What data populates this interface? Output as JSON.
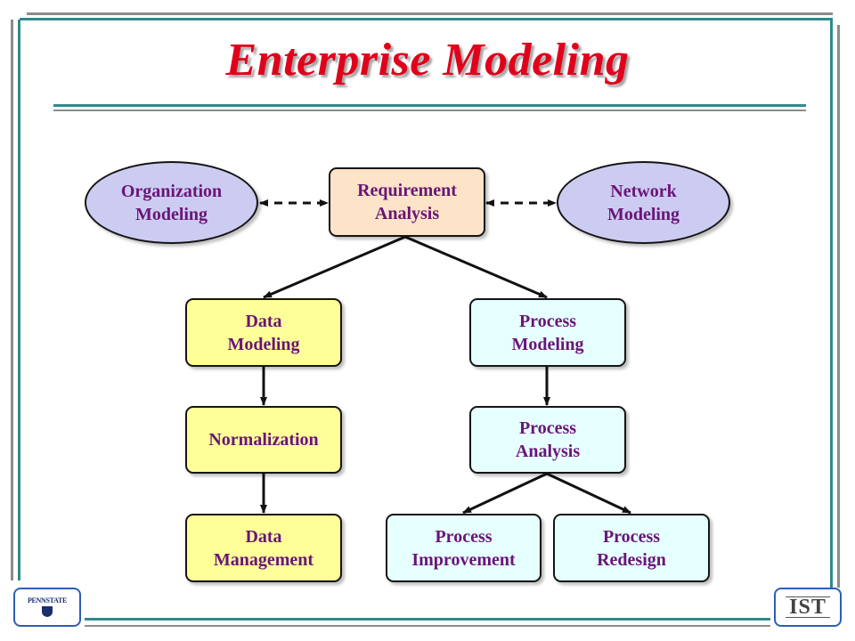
{
  "slide": {
    "title": "Enterprise Modeling"
  },
  "nodes": {
    "organization_modeling": "Organization\nModeling",
    "requirement_analysis": "Requirement\nAnalysis",
    "network_modeling": "Network\nModeling",
    "data_modeling": "Data\nModeling",
    "process_modeling": "Process\nModeling",
    "normalization": "Normalization",
    "process_analysis": "Process\nAnalysis",
    "data_management": "Data\nManagement",
    "process_improvement": "Process\nImprovement",
    "process_redesign": "Process\nRedesign"
  },
  "logos": {
    "left": "PENNSTATE",
    "right": "IST"
  },
  "colors": {
    "title": "#e0001b",
    "node_text": "#6a1577",
    "ellipse_fill": "#ccccf2",
    "requirement_fill": "#fde3c8",
    "data_fill": "#ffff99",
    "process_fill": "#e6ffff",
    "frame_teal": "#2e8b8b",
    "frame_gray": "#8c8c8c"
  }
}
